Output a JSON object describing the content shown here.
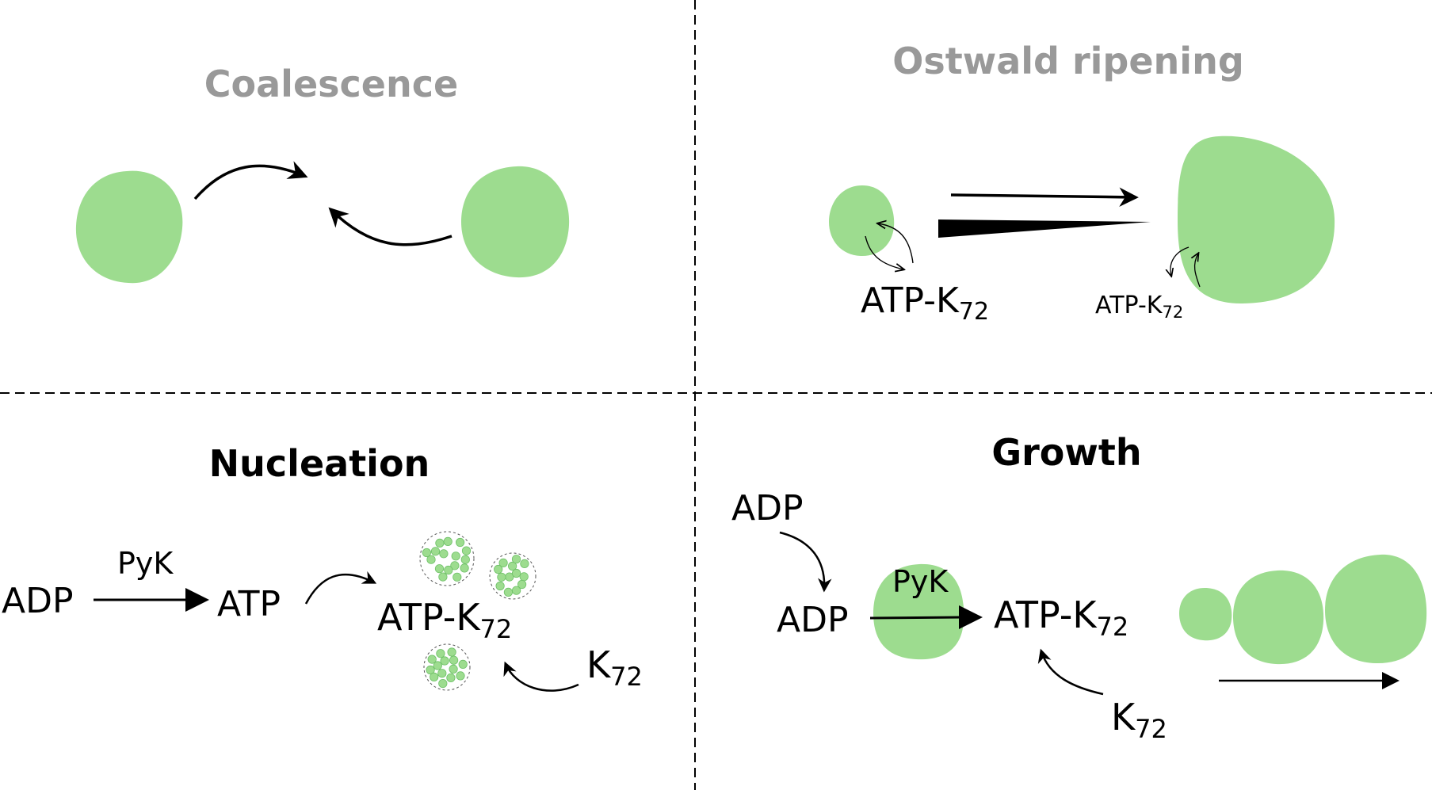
{
  "colors": {
    "droplet": "#9ddc8f",
    "droplet_dark": "#6fc168",
    "title_gray": "#999999",
    "ink": "#000000"
  },
  "coalescence": {
    "title": "Coalescence"
  },
  "ostwald": {
    "title": "Ostwald ripening",
    "label_small": {
      "base": "ATP-K",
      "sub": "72"
    },
    "label_large": {
      "base": "ATP-K",
      "sub": "72"
    }
  },
  "nucleation": {
    "title": "Nucleation",
    "adp": "ADP",
    "enzyme": "PyK",
    "atp": "ATP",
    "complex": {
      "base": "ATP-K",
      "sub": "72"
    },
    "k72": {
      "base": "K",
      "sub": "72"
    }
  },
  "growth": {
    "title": "Growth",
    "adp_outside": "ADP",
    "adp_inside": "ADP",
    "enzyme": "PyK",
    "complex": {
      "base": "ATP-K",
      "sub": "72"
    },
    "k72": {
      "base": "K",
      "sub": "72"
    }
  }
}
